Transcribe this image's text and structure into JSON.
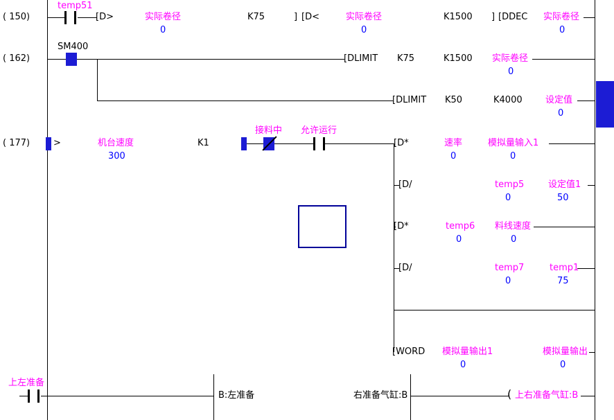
{
  "colors": {
    "comment": "#ff00ff",
    "value": "#0000ff",
    "wire": "#000000",
    "highlight": "#1c1cd4",
    "cursor": "#000099"
  },
  "rung150": {
    "step": "( 150)",
    "contact_label": "temp51",
    "cmp1_op": "[D>",
    "cmp1_operand": "实际卷径",
    "cmp1_value": "0",
    "cmp1_const": "K75",
    "cmp1_close": "]",
    "cmp2_op": "[D<",
    "cmp2_operand": "实际卷径",
    "cmp2_value": "0",
    "cmp2_const": "K1500",
    "cmp2_close": "]",
    "dec_op": "[DDEC",
    "dec_operand": "实际卷径",
    "dec_value": "0"
  },
  "rung162": {
    "step": "( 162)",
    "contact_label": "SM400",
    "limit1_op": "[DLIMIT",
    "limit1_lo": "K75",
    "limit1_hi": "K1500",
    "limit1_operand": "实际卷径",
    "limit1_value": "0",
    "limit2_op": "[DLIMIT",
    "limit2_lo": "K50",
    "limit2_hi": "K4000",
    "limit2_operand": "设定值",
    "limit2_value": "0"
  },
  "rung177": {
    "step": "( 177)",
    "cmp_op": ">",
    "cmp_operand": "机台速度",
    "cmp_value": "300",
    "cmp_const": "K1",
    "nc_label": "接料中",
    "no_label": "允许运行",
    "mul1_op": "[D*",
    "mul1_a": "速率",
    "mul1_a_value": "0",
    "mul1_b": "模拟量输入1",
    "mul1_b_value": "0",
    "div1_op": "[D/",
    "div1_a": "temp5",
    "div1_a_value": "0",
    "div1_b": "设定值1",
    "div1_b_value": "50",
    "mul2_op": "[D*",
    "mul2_a": "temp6",
    "mul2_a_value": "0",
    "mul2_b": "料线速度",
    "mul2_b_value": "0",
    "div2_op": "[D/",
    "div2_a": "temp7",
    "div2_a_value": "0",
    "div2_b": "temp1",
    "div2_b_value": "75",
    "word_op": "[WORD",
    "word_a": "模拟量输出1",
    "word_a_value": "0",
    "word_b": "模拟量输出",
    "word_b_value": "0"
  },
  "bottom": {
    "contact_label": "上左准备",
    "note_left": "B:左准备",
    "note_right": "右准备气缸:B",
    "coil_paren": "(",
    "coil_label": "上右准备气缸:B"
  }
}
